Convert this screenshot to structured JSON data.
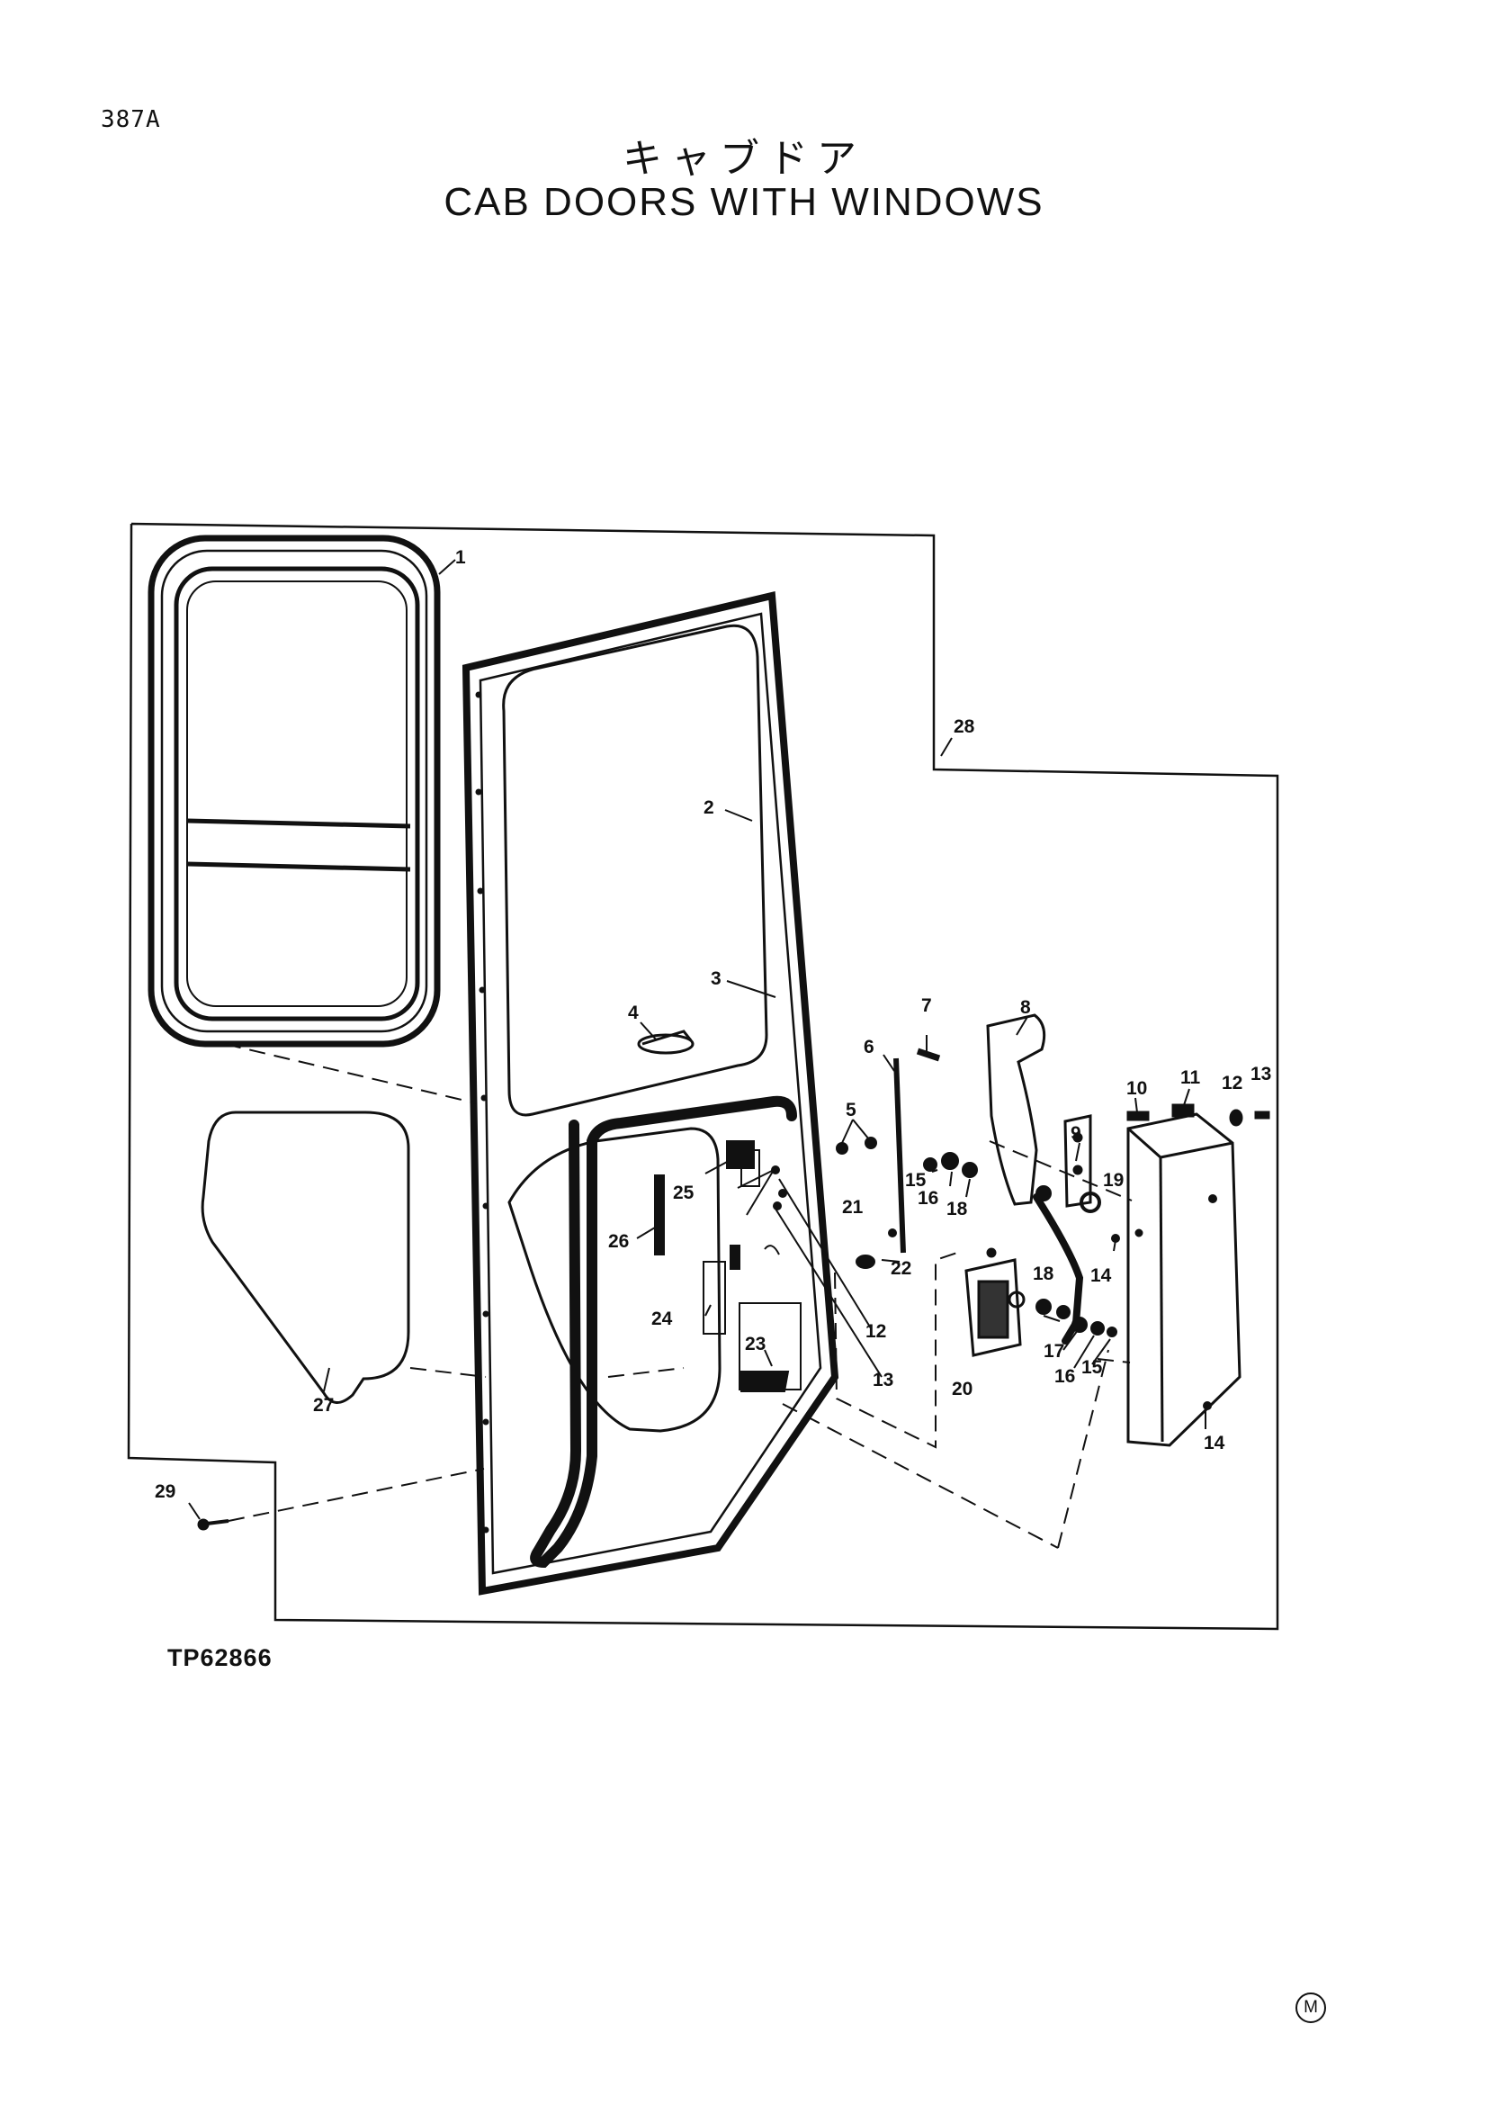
{
  "header": {
    "page_code": "387A",
    "title_jp": "キャブドア",
    "title_en": "CAB DOORS WITH WINDOWS"
  },
  "figure_id": "TP62866",
  "mark": "M",
  "callouts": {
    "c1": "1",
    "c2": "2",
    "c3": "3",
    "c4": "4",
    "c5": "5",
    "c6": "6",
    "c7": "7",
    "c8": "8",
    "c9": "9",
    "c10": "10",
    "c11": "11",
    "c12a": "12",
    "c12b": "12",
    "c13a": "13",
    "c13b": "13",
    "c14a": "14",
    "c14b": "14",
    "c15a": "15",
    "c15b": "15",
    "c16a": "16",
    "c16b": "16",
    "c17": "17",
    "c18a": "18",
    "c18b": "18",
    "c19": "19",
    "c20": "20",
    "c21": "21",
    "c22": "22",
    "c23": "23",
    "c24": "24",
    "c25": "25",
    "c26": "26",
    "c27": "27",
    "c28": "28",
    "c29": "29"
  }
}
